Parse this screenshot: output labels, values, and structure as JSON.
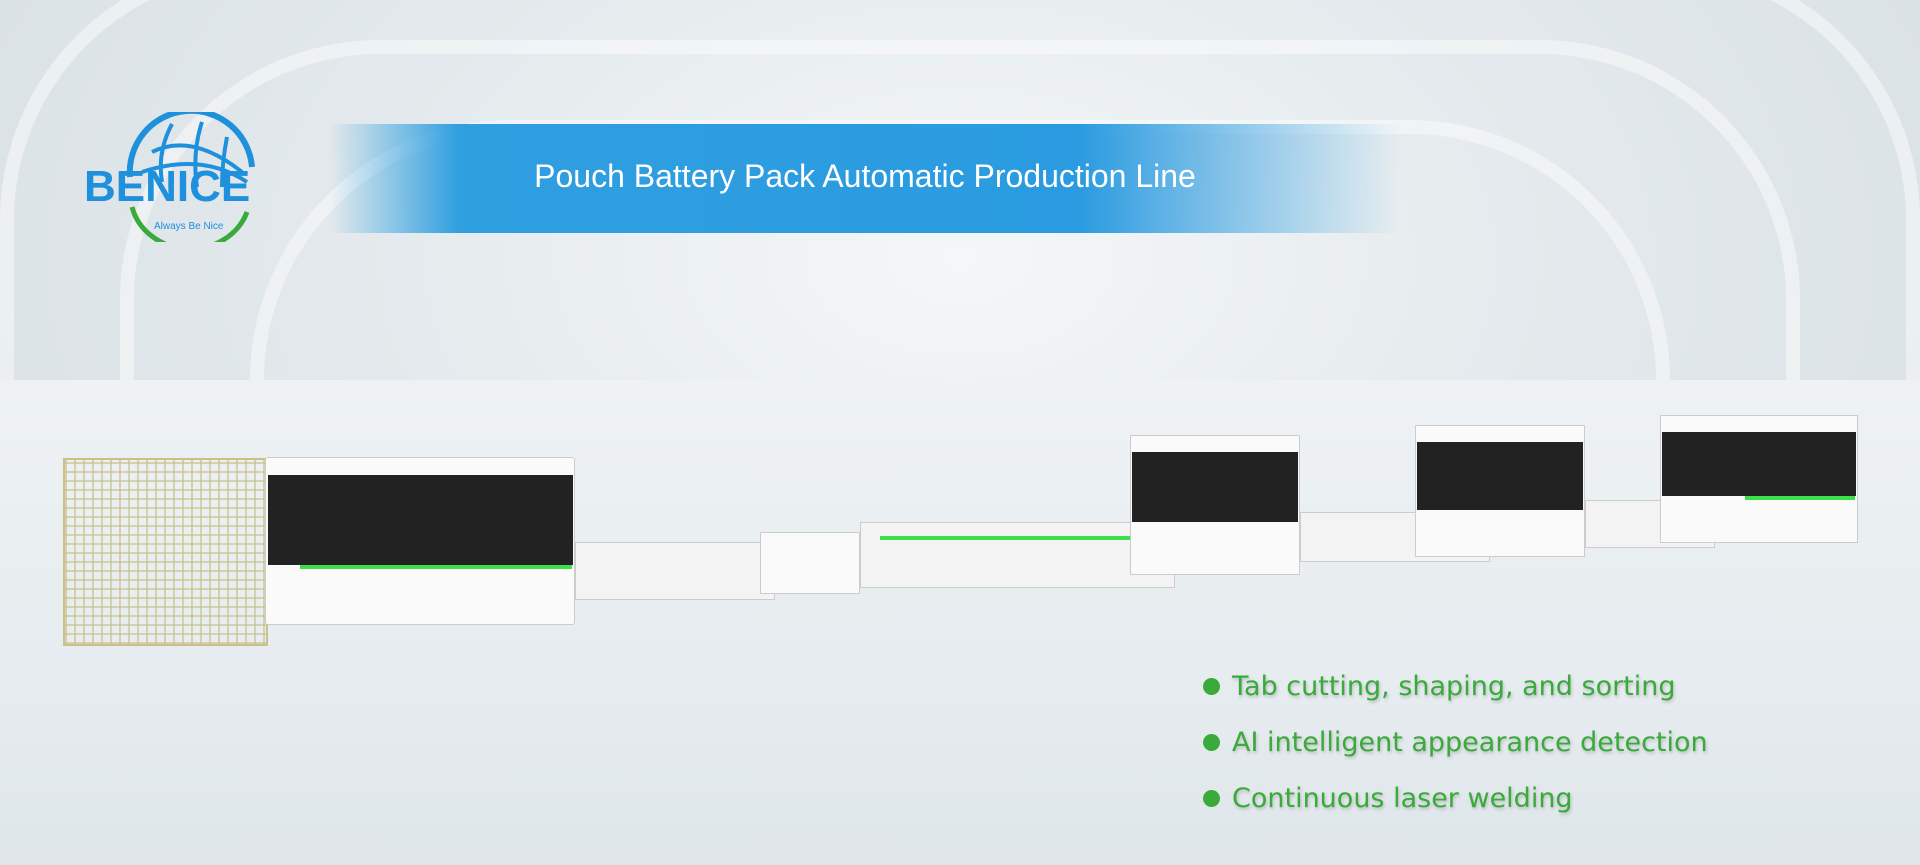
{
  "logo": {
    "brand": "BENICE",
    "brand_main": "BENI",
    "brand_accent": "CE",
    "tagline": "Always Be Nice"
  },
  "banner": {
    "title": "Pouch Battery Pack Automatic Production Line"
  },
  "features": [
    "Tab cutting, shaping, and sorting",
    "AI intelligent appearance detection",
    "Continuous laser welding"
  ],
  "colors": {
    "blue": "#2a9be0",
    "green": "#3aaa3a",
    "red": "#e03030"
  }
}
